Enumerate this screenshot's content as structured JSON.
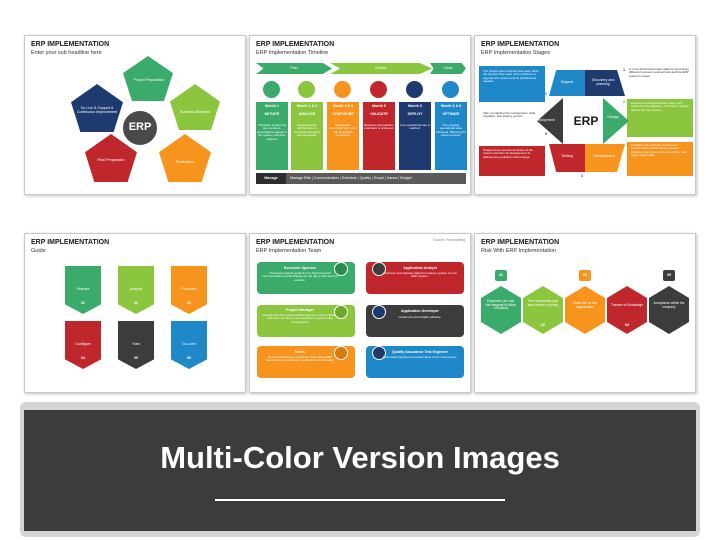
{
  "slides": {
    "s1": {
      "title": "ERP IMPLEMENTATION",
      "subtitle": "Enter your sub headline here",
      "center": "ERP",
      "labels": [
        "Project Preparation",
        "Business Blueprint",
        "Realization",
        "Final Preparation",
        "Go Live & Support & Continuous Improvement"
      ]
    },
    "s2": {
      "title": "ERP IMPLEMENTATION",
      "subtitle": "ERP Implementation Timeline",
      "phases": [
        "Plan",
        "Deliver",
        "Close"
      ],
      "months": [
        "Month 1",
        "Month 1 & 2",
        "Month 3 & 4",
        "Month 5",
        "Month 6",
        "Month 6 & 8"
      ],
      "stages": [
        "INITIATE",
        "ANALYZE",
        "CONFIGURE",
        "VALIDATE",
        "DEPLOY",
        "OPTIMIZE"
      ],
      "descs": [
        "Transition & planning are complete, expectations agreed & the system, and fine-aligned.",
        "Requirements, architecture, & conceptual designs are completed.",
        "Configured, developed and, end-unit testing are completed.",
        "Business and solution readiness is achieved.",
        "Live operational use is realized.",
        "The ongoing operational state achieved. Planning for future projects."
      ],
      "manage_label": "Manage",
      "manage_text": "Manage Risk | Communication | Schedule | Quality | Scope | Issues | Budget"
    },
    "s3": {
      "title": "ERP IMPLEMENTATION",
      "subtitle": "ERP Implementation Stages",
      "center": "ERP",
      "steps": [
        "Discovery and planning",
        "Design",
        "Development",
        "Testing",
        "Deployment",
        "Support"
      ],
      "nums": [
        "1",
        "2",
        "3",
        "4",
        "5",
        "6"
      ],
      "notes": [
        "A cross-functional project gathers input about different business requirements and the ERP system's issues.",
        "Answers existing workflows, how you'll customize the software, and how to migrate data to the new system.",
        "Configure the software to business requirements, performance, prepare training materials and documentation, and begin import data.",
        "Programmers test the functions of the system and then fix development to address any problems that emerge.",
        "After completing the configuration, data migration, and testing, go live!",
        "The project team ensures that users have the support they need, and continues to upgrade the system and fix problems as needed."
      ]
    },
    "s4": {
      "title": "ERP IMPLEMENTATION",
      "subtitle": "Guide",
      "items": [
        {
          "label": "Prepare",
          "num": "01"
        },
        {
          "label": "Analyze",
          "num": "02"
        },
        {
          "label": "Purchase",
          "num": "03"
        },
        {
          "label": "Configure",
          "num": "04"
        },
        {
          "label": "Train",
          "num": "05"
        },
        {
          "label": "Go-Live!",
          "num": "06"
        }
      ]
    },
    "s5": {
      "title": "ERP IMPLEMENTATION",
      "subtitle": "ERP Implementation Team",
      "source": "Source: Remodeling",
      "roles": [
        {
          "name": "Executive Sponsor",
          "desc": "Oversees projects goals from a high level and communicates overall strategy for the day to day team to execute."
        },
        {
          "name": "Project Manager",
          "desc": "Coordinates the implementation process, communicates with team members, and executes a system-wide management."
        },
        {
          "name": "Users",
          "desc": "Document business processes, help define ERP requirements and provide feedback on functionality."
        },
        {
          "name": "Application Analyst",
          "desc": "Cleanses and migrates data from legacy system to new ERP system."
        },
        {
          "name": "Application Developer",
          "desc": "Customize and installs software."
        },
        {
          "name": "Quality Assurance Test Engineer",
          "desc": "Tests data integrity and performance of the new system."
        }
      ]
    },
    "s6": {
      "title": "ERP IMPLEMENTATION",
      "subtitle": "Risk With ERP Implementation",
      "items": [
        {
          "num": "01",
          "text": "Expensive (on cost, the integrate to billion of dollars)"
        },
        {
          "num": "02",
          "text": "Time consuming (can take months or years)"
        },
        {
          "num": "03",
          "text": "Great risk for the organization"
        },
        {
          "num": "04",
          "text": "Transfer of Knowledge"
        },
        {
          "num": "05",
          "text": "Acceptance within the company"
        }
      ]
    }
  },
  "banner": {
    "title": "Multi-Color Version Images"
  },
  "colors": {
    "green": "#3aab6a",
    "lime": "#8cc63f",
    "orange": "#f7941d",
    "red": "#c0272d",
    "navy": "#1f3a6e",
    "blue": "#1e88c8",
    "dark": "#3c3c3c"
  }
}
